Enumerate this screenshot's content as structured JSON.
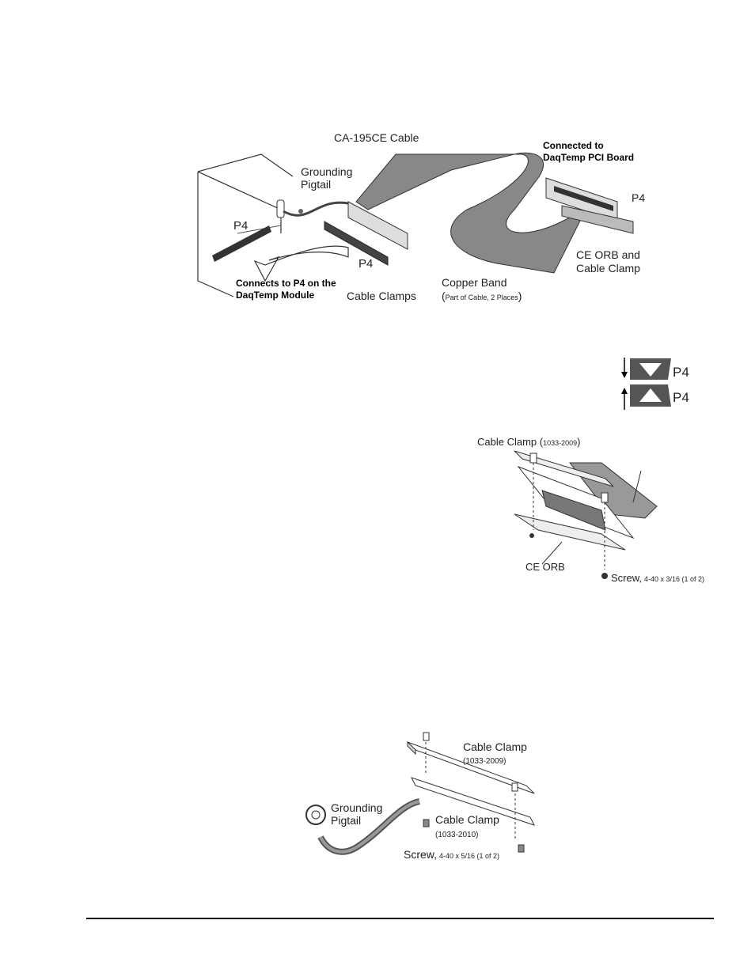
{
  "figure1": {
    "cable_label": "CA-195CE Cable",
    "connected_to_line1": "Connected to",
    "connected_to_line2": "DaqTemp PCI Board",
    "grounding_line1": "Grounding",
    "grounding_line2": "Pigtail",
    "p4_module": "P4",
    "p4_left_connector": "P4",
    "p4_right": "P4",
    "connects_line1": "Connects to P4 on the",
    "connects_line2": "DaqTemp Module",
    "cable_clamps": "Cable Clamps",
    "copper_band": "Copper Band",
    "copper_band_note_open": "(",
    "copper_band_note": "Part of Cable, 2 Places",
    "copper_band_note_close": ")",
    "ce_orb_line1": "CE ORB and",
    "ce_orb_line2": "Cable Clamp"
  },
  "figure2": {
    "top_label": "P4",
    "bottom_label": "P4"
  },
  "figure3": {
    "cable_clamp": "Cable Clamp (",
    "cable_clamp_part": "1033-2009",
    "cable_clamp_close": ")",
    "ce_orb": "CE ORB",
    "screw": "Screw,",
    "screw_spec": "4-40 x 3/16 (1 of 2)"
  },
  "figure4": {
    "cable_clamp_top": "Cable Clamp",
    "cable_clamp_top_part": "(1033-2009)",
    "grounding_line1": "Grounding",
    "grounding_line2": "Pigtail",
    "cable_clamp_bottom": "Cable Clamp",
    "cable_clamp_bottom_part": "(1033-2010)",
    "screw": "Screw,",
    "screw_spec": "4-40 x 5/16 (1 of 2)"
  }
}
